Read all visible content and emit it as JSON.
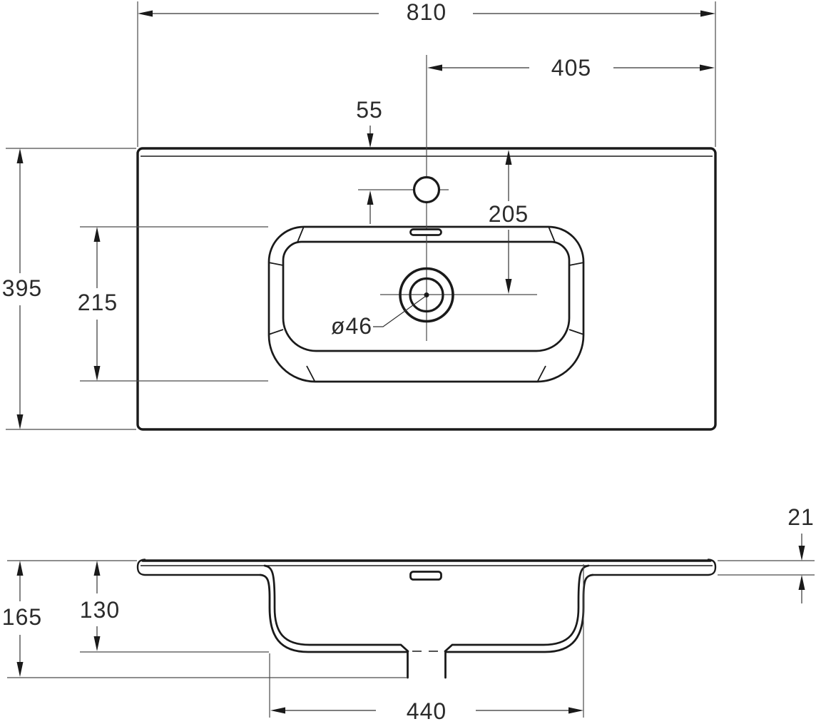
{
  "drawing": {
    "subject": "washbasin-countertop-technical-drawing",
    "plan_view": {
      "overall_width": "810",
      "center_to_side": "405",
      "edge_to_faucet": "55",
      "overall_depth": "395",
      "basin_depth": "215",
      "edge_to_drain": "205",
      "drain_diameter": "ø46"
    },
    "front_view": {
      "overall_height": "165",
      "bowl_depth": "130",
      "edge_thickness": "21",
      "bowl_width": "440"
    }
  }
}
